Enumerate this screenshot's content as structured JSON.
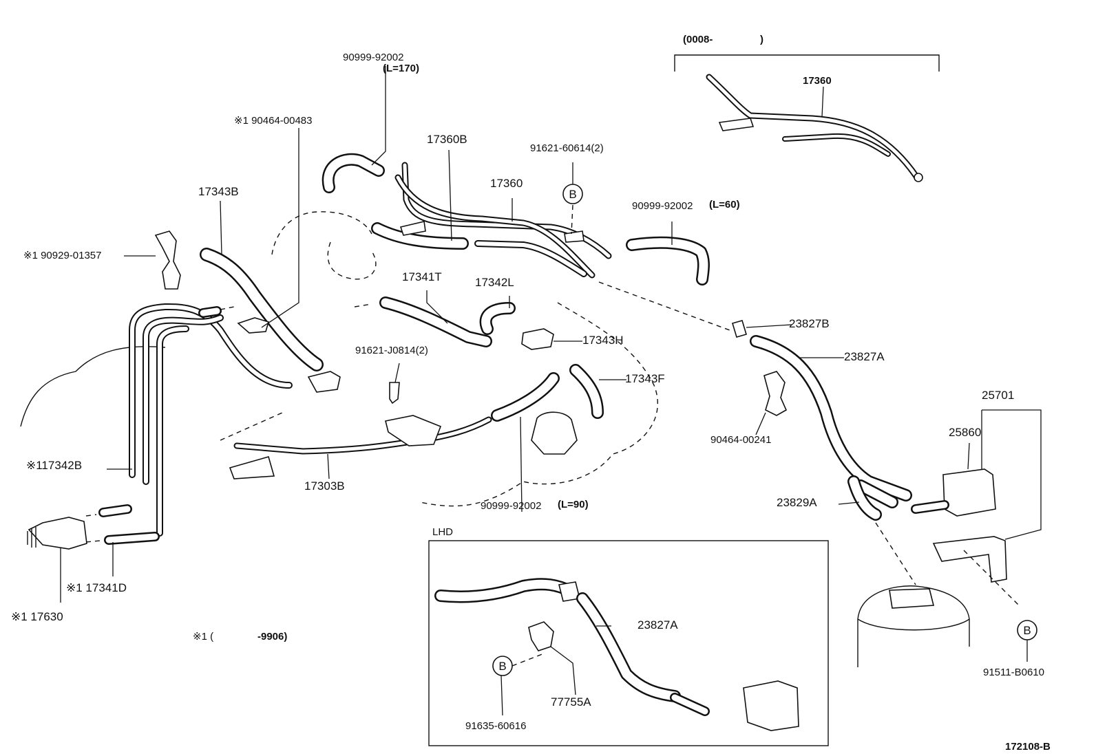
{
  "labels": {
    "l_0008": "(0008-",
    "l_0008_close": ")",
    "l_17360_top": "17360",
    "l_90999_170": "90999-92002",
    "l_170": "(L=170)",
    "l_s1_90464": "※1 90464-00483",
    "l_17360B": "17360B",
    "l_91621_60614": "91621-60614(2)",
    "l_17360": "17360",
    "l_17343B": "17343B",
    "l_90999_60": "90999-92002",
    "l_60": "(L=60)",
    "l_s1_90929": "※1 90929-01357",
    "l_17341T": "17341T",
    "l_17342L": "17342L",
    "l_23827B": "23827B",
    "l_17343H": "17343H",
    "l_23827A": "23827A",
    "l_91621_J0814": "91621-J0814(2)",
    "l_17343F": "17343F",
    "l_25701": "25701",
    "l_25860": "25860",
    "l_90464_00241": "90464-00241",
    "l_s1_17342B": "※117342B",
    "l_17303B": "17303B",
    "l_90999_90": "90999-92002",
    "l_90": "(L=90)",
    "l_23829A": "23829A",
    "l_LHD": "LHD",
    "l_s1_17341D": "※1 17341D",
    "l_s1_17630": "※1 17630",
    "l_s1_9906": "※1 (",
    "l_9906": "-9906)",
    "l_23827A_lhd": "23827A",
    "l_77755A": "77755A",
    "l_91635": "91635-60616",
    "l_91511": "91511-B0610",
    "l_code": "172108-B"
  },
  "callouts": {
    "b1": "B",
    "b2": "B",
    "b3": "B"
  },
  "inset": {
    "region_label": "LHD"
  }
}
